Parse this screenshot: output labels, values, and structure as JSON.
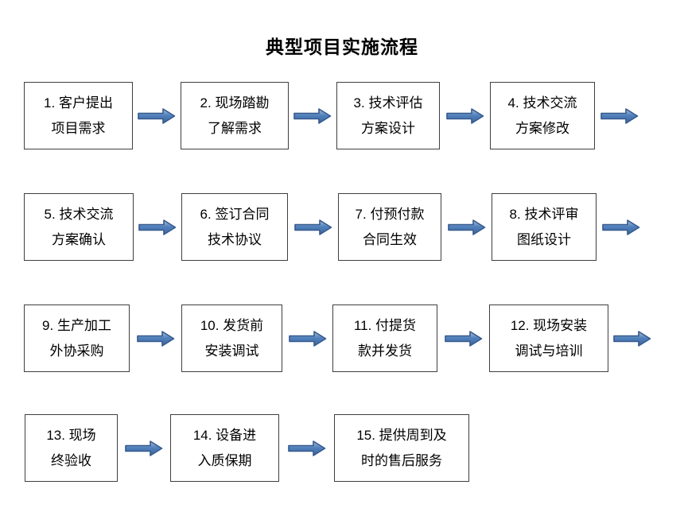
{
  "title": "典型项目实施流程",
  "colors": {
    "arrow_fill": "#4f81bd",
    "arrow_fill_light": "#aebfd8",
    "arrow_fill_dark": "#3e659c",
    "arrow_stroke": "#36598c",
    "box_border": "#3f3f3f",
    "text": "#000000",
    "background": "#ffffff"
  },
  "rows": [
    {
      "trailing_arrow": true,
      "steps": [
        {
          "line1": "1. 客户提出",
          "line2": "项目需求"
        },
        {
          "line1": "2. 现场踏勘",
          "line2": "了解需求"
        },
        {
          "line1": "3. 技术评估",
          "line2": "方案设计"
        },
        {
          "line1": "4. 技术交流",
          "line2": "方案修改"
        }
      ]
    },
    {
      "trailing_arrow": true,
      "steps": [
        {
          "line1": "5. 技术交流",
          "line2": "方案确认"
        },
        {
          "line1": "6. 签订合同",
          "line2": "技术协议"
        },
        {
          "line1": "7. 付预付款",
          "line2": "合同生效"
        },
        {
          "line1": "8. 技术评审",
          "line2": "图纸设计"
        }
      ]
    },
    {
      "trailing_arrow": true,
      "steps": [
        {
          "line1": "9. 生产加工",
          "line2": "外协采购"
        },
        {
          "line1": "10. 发货前",
          "line2": "安装调试"
        },
        {
          "line1": "11. 付提货",
          "line2": "款并发货"
        },
        {
          "line1": "12. 现场安装",
          "line2": "调试与培训"
        }
      ]
    },
    {
      "trailing_arrow": false,
      "steps": [
        {
          "line1": "13. 现场",
          "line2": "终验收"
        },
        {
          "line1": "14. 设备进",
          "line2": "入质保期"
        },
        {
          "line1": "15. 提供周到及",
          "line2": "时的售后服务"
        }
      ]
    }
  ]
}
